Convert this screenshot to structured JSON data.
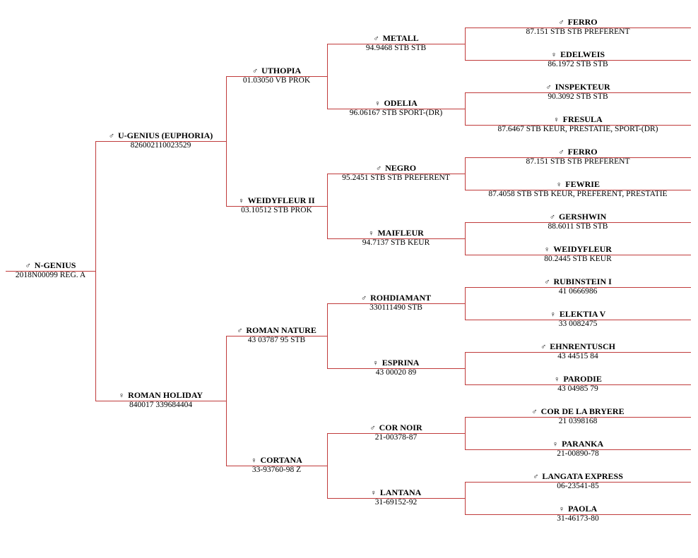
{
  "symbols": {
    "male": "♂",
    "female": "♀"
  },
  "colors": {
    "line": "#c03a3a",
    "text": "#000000",
    "background": "#ffffff"
  },
  "pedigree": {
    "name": "N-GENIUS",
    "sex": "male",
    "info": "2018N00099 REG. A",
    "sire": {
      "name": "U-GENIUS (EUPHORIA)",
      "sex": "male",
      "info": "826002110023529",
      "sire": {
        "name": "UTHOPIA",
        "sex": "male",
        "info": "01.03050 VB PROK",
        "sire": {
          "name": "METALL",
          "sex": "male",
          "info": "94.9468 STB STB",
          "sire": {
            "name": "FERRO",
            "sex": "male",
            "info": "87.151 STB STB PREFERENT"
          },
          "dam": {
            "name": "EDELWEIS",
            "sex": "female",
            "info": "86.1972 STB STB"
          }
        },
        "dam": {
          "name": "ODELIA",
          "sex": "female",
          "info": "96.06167 STB SPORT-(DR)",
          "sire": {
            "name": "INSPEKTEUR",
            "sex": "male",
            "info": "90.3092 STB STB"
          },
          "dam": {
            "name": "FRESULA",
            "sex": "female",
            "info": "87.6467 STB KEUR, PRESTATIE, SPORT-(DR)"
          }
        }
      },
      "dam": {
        "name": "WEIDYFLEUR II",
        "sex": "female",
        "info": "03.10512 STB PROK",
        "sire": {
          "name": "NEGRO",
          "sex": "male",
          "info": "95.2451 STB STB PREFERENT",
          "sire": {
            "name": "FERRO",
            "sex": "male",
            "info": "87.151 STB STB PREFERENT"
          },
          "dam": {
            "name": "FEWRIE",
            "sex": "female",
            "info": "87.4058 STB STB KEUR, PREFERENT, PRESTATIE"
          }
        },
        "dam": {
          "name": "MAIFLEUR",
          "sex": "female",
          "info": "94.7137 STB KEUR",
          "sire": {
            "name": "GERSHWIN",
            "sex": "male",
            "info": "88.6011 STB STB"
          },
          "dam": {
            "name": "WEIDYFLEUR",
            "sex": "female",
            "info": "80.2445 STB KEUR"
          }
        }
      }
    },
    "dam": {
      "name": "ROMAN HOLIDAY",
      "sex": "female",
      "info": "840017 339684404",
      "sire": {
        "name": "ROMAN NATURE",
        "sex": "male",
        "info": "43 03787 95 STB",
        "sire": {
          "name": "ROHDIAMANT",
          "sex": "male",
          "info": "330111490 STB",
          "sire": {
            "name": "RUBINSTEIN I",
            "sex": "male",
            "info": "41 0666986"
          },
          "dam": {
            "name": "ELEKTIA V",
            "sex": "female",
            "info": "33 0082475"
          }
        },
        "dam": {
          "name": "ESPRINA",
          "sex": "female",
          "info": "43 00020 89",
          "sire": {
            "name": "EHNRENTUSCH",
            "sex": "male",
            "info": "43 44515 84"
          },
          "dam": {
            "name": "PARODIE",
            "sex": "female",
            "info": "43 04985 79"
          }
        }
      },
      "dam": {
        "name": "CORTANA",
        "sex": "female",
        "info": "33-93760-98 Z",
        "sire": {
          "name": "COR NOIR",
          "sex": "male",
          "info": "21-00378-87",
          "sire": {
            "name": "COR DE LA BRYERE",
            "sex": "male",
            "info": "21 0398168"
          },
          "dam": {
            "name": "PARANKA",
            "sex": "female",
            "info": "21-00890-78"
          }
        },
        "dam": {
          "name": "LANTANA",
          "sex": "female",
          "info": "31-69152-92",
          "sire": {
            "name": "LANGATA EXPRESS",
            "sex": "male",
            "info": "06-23541-85"
          },
          "dam": {
            "name": "PAOLA",
            "sex": "female",
            "info": "31-46173-80"
          }
        }
      }
    }
  }
}
